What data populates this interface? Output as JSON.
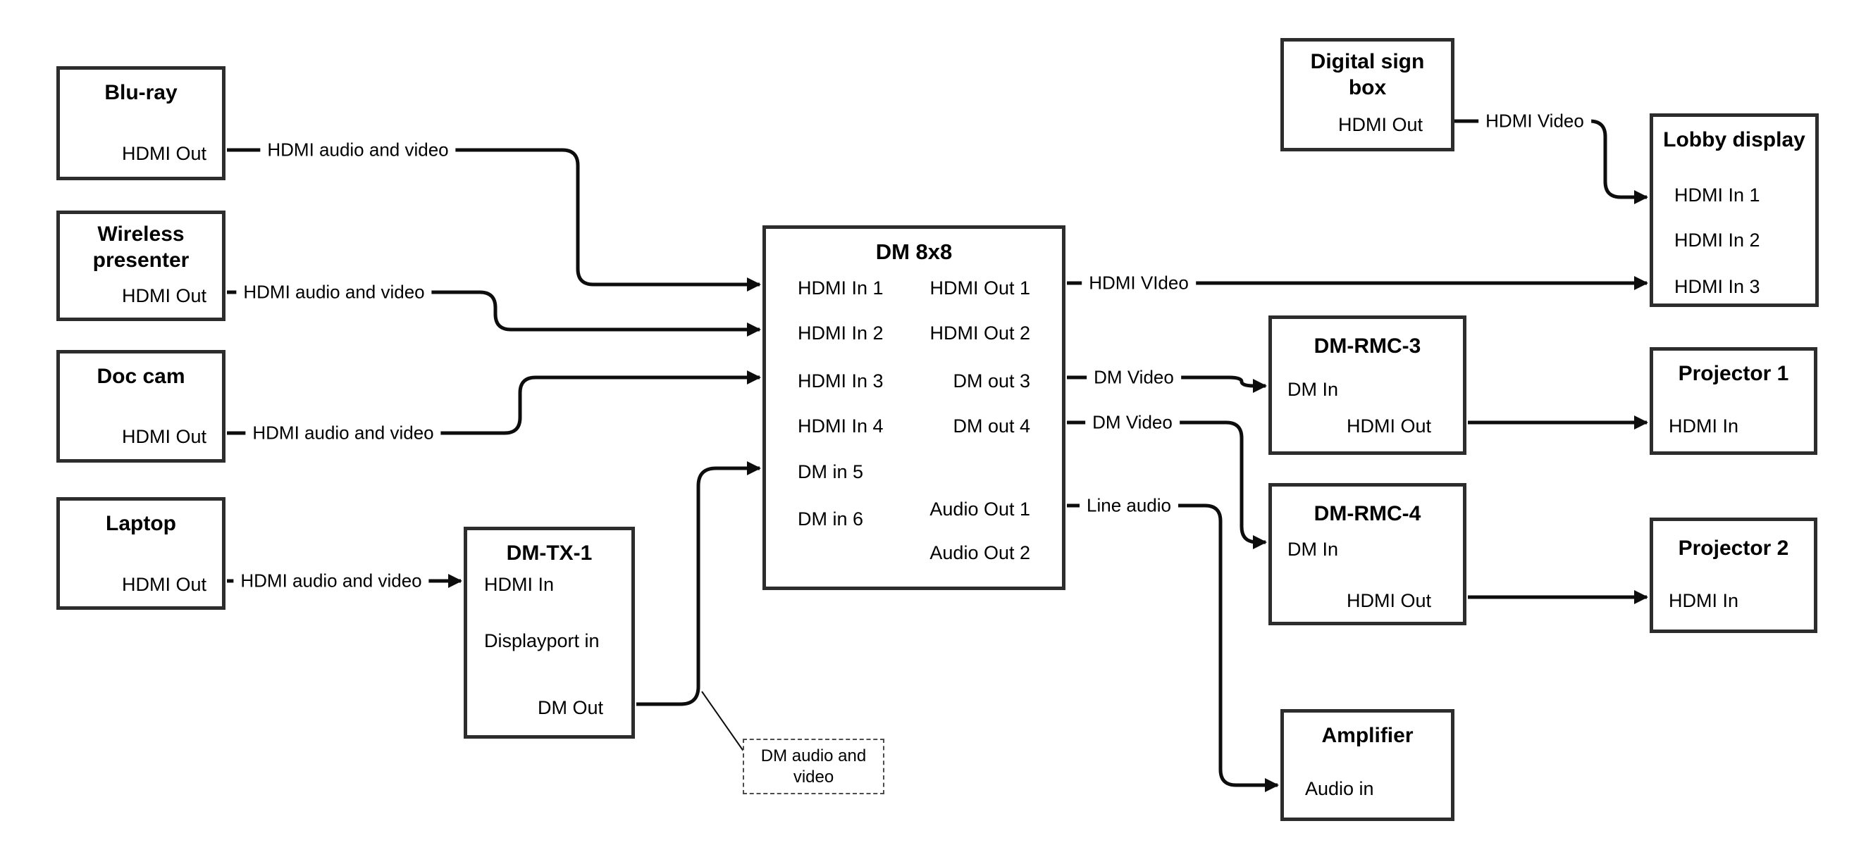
{
  "nodes": {
    "bluray": {
      "title": "Blu-ray",
      "ports": {
        "out": "HDMI Out"
      }
    },
    "wireless": {
      "title": "Wireless presenter",
      "ports": {
        "out": "HDMI Out"
      }
    },
    "doccam": {
      "title": "Doc cam",
      "ports": {
        "out": "HDMI Out"
      }
    },
    "laptop": {
      "title": "Laptop",
      "ports": {
        "out": "HDMI Out"
      }
    },
    "dmtx1": {
      "title": "DM-TX-1",
      "ports": {
        "hdmi_in": "HDMI In",
        "dp_in": "Displayport in",
        "dm_out": "DM Out"
      }
    },
    "dm8x8": {
      "title": "DM 8x8",
      "ports": {
        "in1": "HDMI In 1",
        "in2": "HDMI In 2",
        "in3": "HDMI In 3",
        "in4": "HDMI In 4",
        "in5": "DM in 5",
        "in6": "DM in 6",
        "out1": "HDMI Out 1",
        "out2": "HDMI Out 2",
        "out3": "DM out 3",
        "out4": "DM out 4",
        "aout1": "Audio Out 1",
        "aout2": "Audio Out 2"
      }
    },
    "digitalsign": {
      "title": "Digital sign box",
      "ports": {
        "out": "HDMI Out"
      }
    },
    "lobby": {
      "title": "Lobby display",
      "ports": {
        "in1": "HDMI In 1",
        "in2": "HDMI In 2",
        "in3": "HDMI In 3"
      }
    },
    "rmc3": {
      "title": "DM-RMC-3",
      "ports": {
        "dm_in": "DM In",
        "hdmi_out": "HDMI Out"
      }
    },
    "proj1": {
      "title": "Projector 1",
      "ports": {
        "hdmi_in": "HDMI In"
      }
    },
    "rmc4": {
      "title": "DM-RMC-4",
      "ports": {
        "dm_in": "DM In",
        "hdmi_out": "HDMI Out"
      }
    },
    "proj2": {
      "title": "Projector 2",
      "ports": {
        "hdmi_in": "HDMI In"
      }
    },
    "amplifier": {
      "title": "Amplifier",
      "ports": {
        "audio_in": "Audio in"
      }
    }
  },
  "wire_labels": {
    "bluray_to_dm8x8": "HDMI audio and video",
    "wireless_to_dm8x8": "HDMI audio and video",
    "doccam_to_dm8x8": "HDMI audio and video",
    "laptop_to_dmtx1": "HDMI audio and video",
    "out1_to_lobby": "HDMI VIdeo",
    "sign_to_lobby": "HDMI Video",
    "out3_to_rmc3": "DM Video",
    "out4_to_rmc4": "DM Video",
    "aout1_to_amplifier": "Line audio"
  },
  "callout": {
    "text": "DM audio and video"
  },
  "colors": {
    "wire": "#0d0d0d",
    "node_border": "#2d2d2d",
    "background": "#ffffff",
    "text": "#000000"
  }
}
